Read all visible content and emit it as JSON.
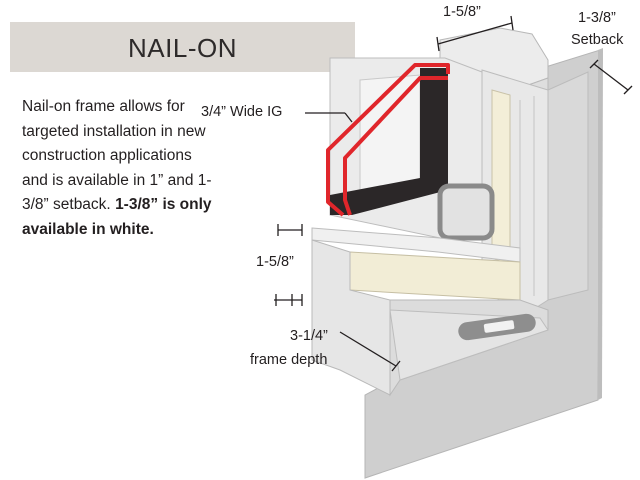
{
  "title": "NAIL-ON",
  "description": {
    "text": "Nail-on frame allows for targeted installation in new construction applications and is available in 1” and 1-3/8” setback.",
    "bold": "1-3/8” is only available in white."
  },
  "callouts": {
    "top_width": "1-5/8”",
    "setback_value": "1-3/8”",
    "setback_word": "Setback",
    "glass": "3/4” Wide IG",
    "side_width": "1-5/8”",
    "depth_value": "3-1/4”",
    "depth_word": "frame depth"
  },
  "colors": {
    "title_band": "#dcd8d3",
    "glass_outline": "#e0262b",
    "spacer": "#2b2728",
    "frame": "#e6e6e6",
    "nail_fin": "#cfcfcf"
  }
}
